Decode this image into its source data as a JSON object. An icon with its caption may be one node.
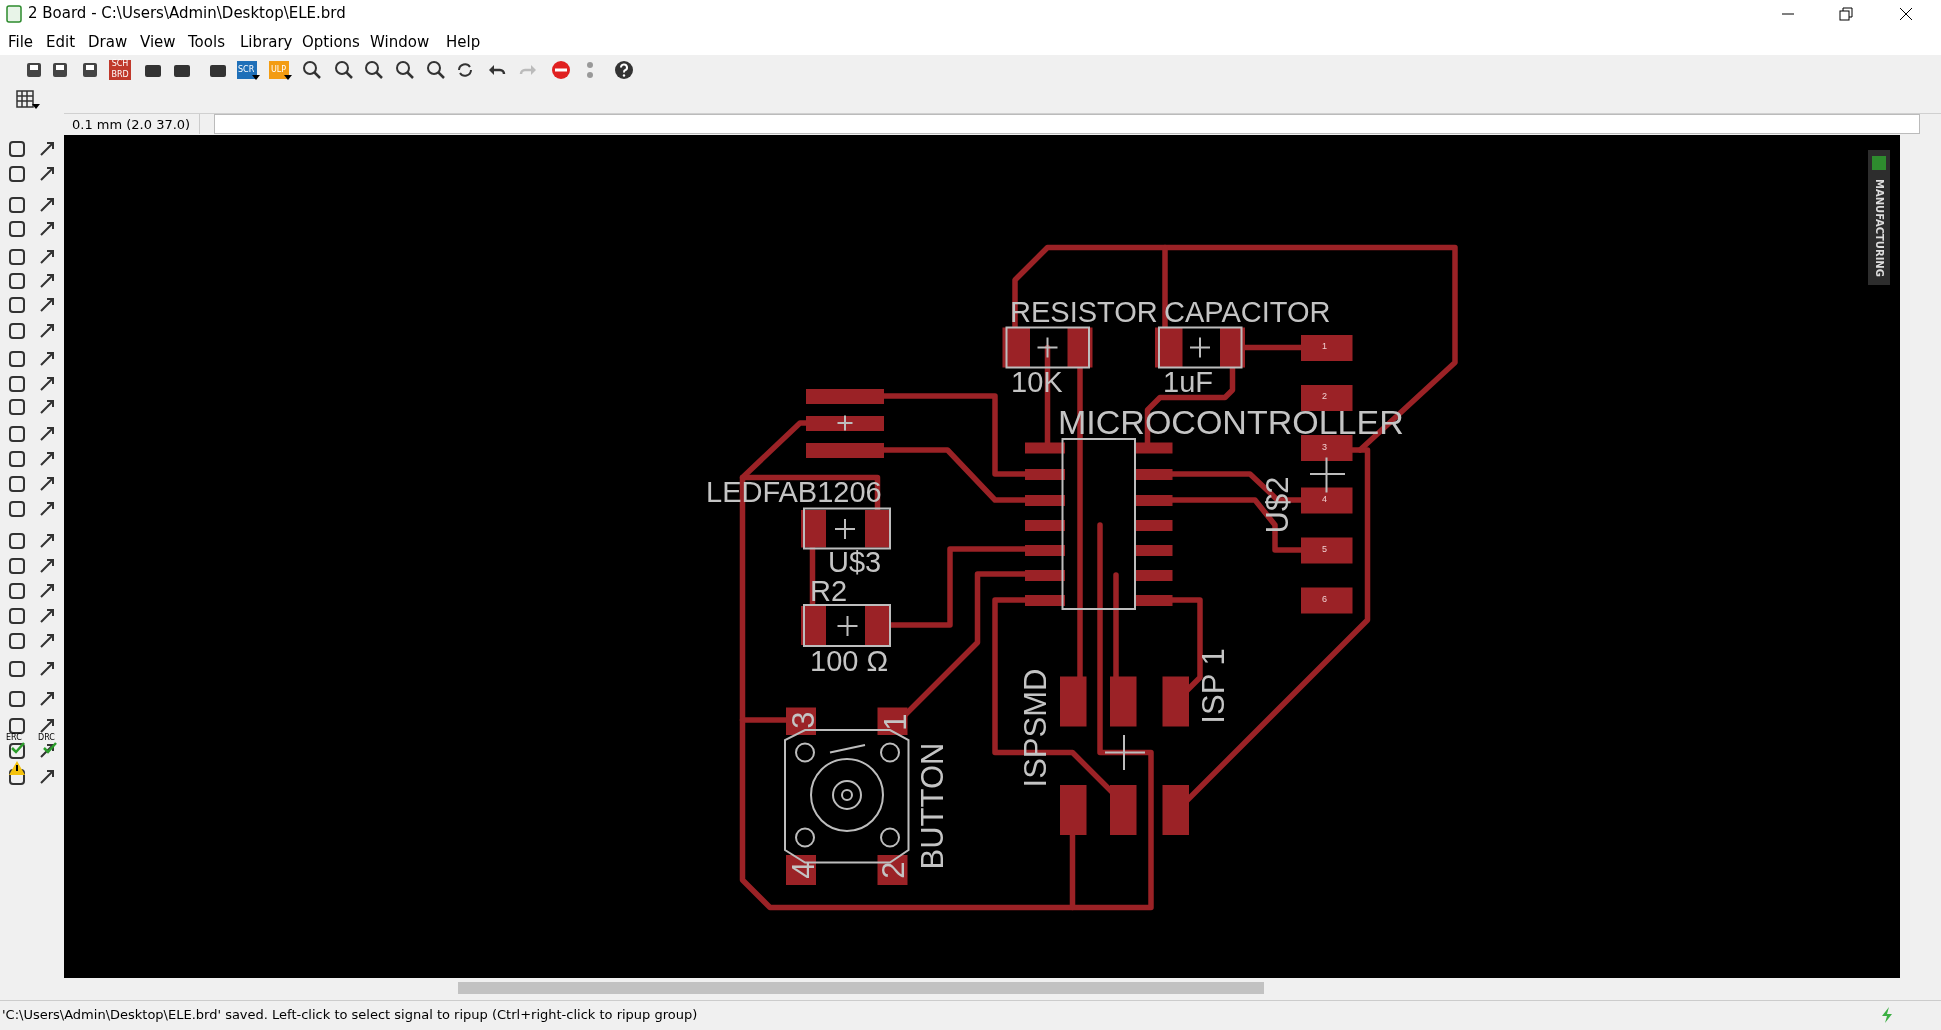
{
  "diagram": {
    "labels": [
      "2 Board - C:\\Users\\Admin\\Desktop\\ELE.brd",
      "File",
      "Edit",
      "Draw",
      "View",
      "Tools",
      "Library",
      "Options",
      "Window",
      "Help",
      "SCH",
      "BRD",
      "SCR",
      "ULP",
      "0.1 mm (2.0 37.0)",
      "ERC",
      "DRC",
      "MANUFACTURING",
      "RESISTOR",
      "CAPACITOR",
      "10K",
      "1uF",
      "MICROCONTROLLER",
      "LEDFAB1206",
      "U$3",
      "R2",
      "100 Ω",
      "U$2",
      "1",
      "2",
      "3",
      "4",
      "5",
      "6",
      "ISPSMD",
      "ISP 1",
      "3",
      "1",
      "4",
      "2",
      "BUTTON",
      "'C:\\Users\\Admin\\Desktop\\ELE.brd' saved. Left-click to select signal to ripup (Ctrl+right-click to ripup group)"
    ]
  }
}
